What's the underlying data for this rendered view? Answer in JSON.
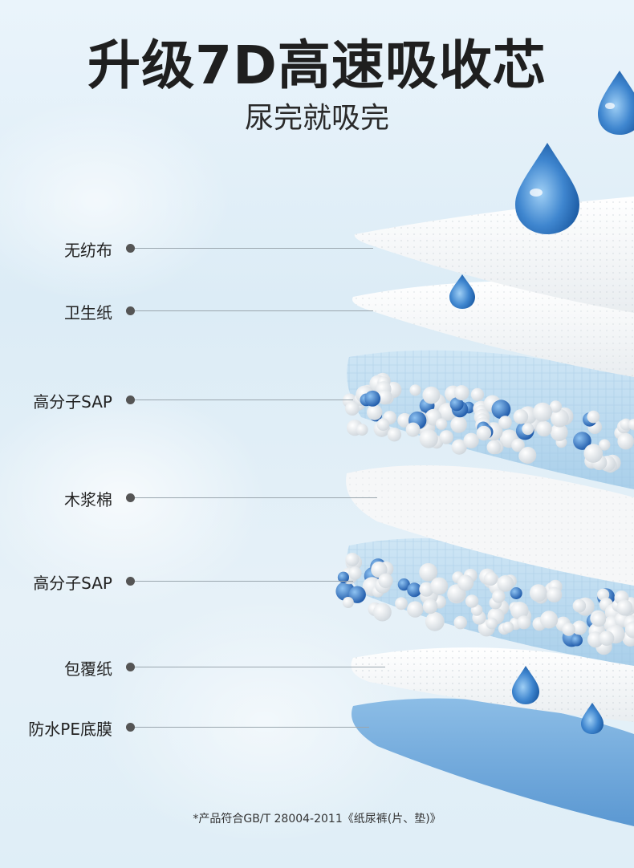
{
  "header": {
    "title": "升级7D高速吸收芯",
    "subtitle": "尿完就吸完"
  },
  "layers": [
    {
      "label": "无纺布"
    },
    {
      "label": "卫生纸"
    },
    {
      "label": "高分子SAP"
    },
    {
      "label": "木浆棉"
    },
    {
      "label": "高分子SAP"
    },
    {
      "label": "包覆纸"
    },
    {
      "label": "防水PE底膜"
    }
  ],
  "footnote": "*产品符合GB/T 28004-2011《纸尿裤(片、垫)》",
  "colors": {
    "water_drop": "#3f86cf",
    "sap_layer": "#bcdcf0",
    "pe_film": "#6fa9dc",
    "bead_white": "#f4f6f8",
    "bead_blue": "#2e6fc0"
  }
}
